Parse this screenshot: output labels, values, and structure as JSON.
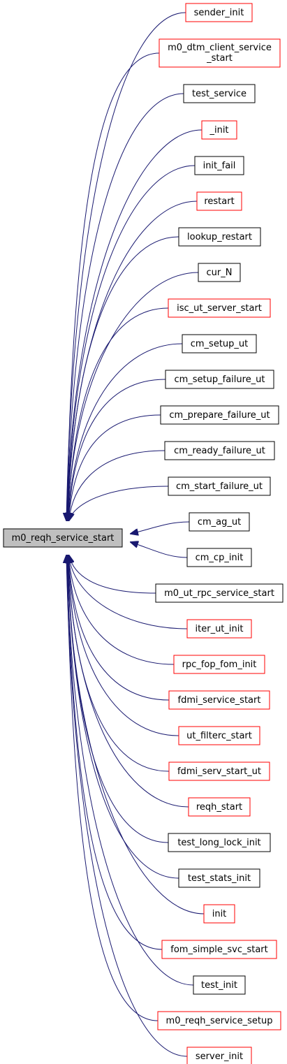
{
  "root": {
    "label": "m0_reqh_service_start",
    "fill": "#bfbfbf",
    "border": "#000000"
  },
  "edge_color": "#191970",
  "callers": [
    {
      "lines": [
        "sender_init"
      ],
      "border": "#ff0000"
    },
    {
      "lines": [
        "m0_dtm_client_service",
        "_start"
      ],
      "border": "#ff0000"
    },
    {
      "lines": [
        "test_service"
      ],
      "border": "#000000"
    },
    {
      "lines": [
        "_init"
      ],
      "border": "#ff0000"
    },
    {
      "lines": [
        "init_fail"
      ],
      "border": "#000000"
    },
    {
      "lines": [
        "restart"
      ],
      "border": "#ff0000"
    },
    {
      "lines": [
        "lookup_restart"
      ],
      "border": "#000000"
    },
    {
      "lines": [
        "cur_N"
      ],
      "border": "#000000"
    },
    {
      "lines": [
        "isc_ut_server_start"
      ],
      "border": "#ff0000"
    },
    {
      "lines": [
        "cm_setup_ut"
      ],
      "border": "#000000"
    },
    {
      "lines": [
        "cm_setup_failure_ut"
      ],
      "border": "#000000"
    },
    {
      "lines": [
        "cm_prepare_failure_ut"
      ],
      "border": "#000000"
    },
    {
      "lines": [
        "cm_ready_failure_ut"
      ],
      "border": "#000000"
    },
    {
      "lines": [
        "cm_start_failure_ut"
      ],
      "border": "#000000"
    },
    {
      "lines": [
        "cm_ag_ut"
      ],
      "border": "#000000"
    },
    {
      "lines": [
        "cm_cp_init"
      ],
      "border": "#000000"
    },
    {
      "lines": [
        "m0_ut_rpc_service_start"
      ],
      "border": "#000000"
    },
    {
      "lines": [
        "iter_ut_init"
      ],
      "border": "#ff0000"
    },
    {
      "lines": [
        "rpc_fop_fom_init"
      ],
      "border": "#ff0000"
    },
    {
      "lines": [
        "fdmi_service_start"
      ],
      "border": "#ff0000"
    },
    {
      "lines": [
        "ut_filterc_start"
      ],
      "border": "#ff0000"
    },
    {
      "lines": [
        "fdmi_serv_start_ut"
      ],
      "border": "#ff0000"
    },
    {
      "lines": [
        "reqh_start"
      ],
      "border": "#ff0000"
    },
    {
      "lines": [
        "test_long_lock_init"
      ],
      "border": "#000000"
    },
    {
      "lines": [
        "test_stats_init"
      ],
      "border": "#000000"
    },
    {
      "lines": [
        "init"
      ],
      "border": "#ff0000"
    },
    {
      "lines": [
        "fom_simple_svc_start"
      ],
      "border": "#ff0000"
    },
    {
      "lines": [
        "test_init"
      ],
      "border": "#000000"
    },
    {
      "lines": [
        "m0_reqh_service_setup"
      ],
      "border": "#ff0000"
    },
    {
      "lines": [
        "server_init"
      ],
      "border": "#ff0000"
    }
  ]
}
